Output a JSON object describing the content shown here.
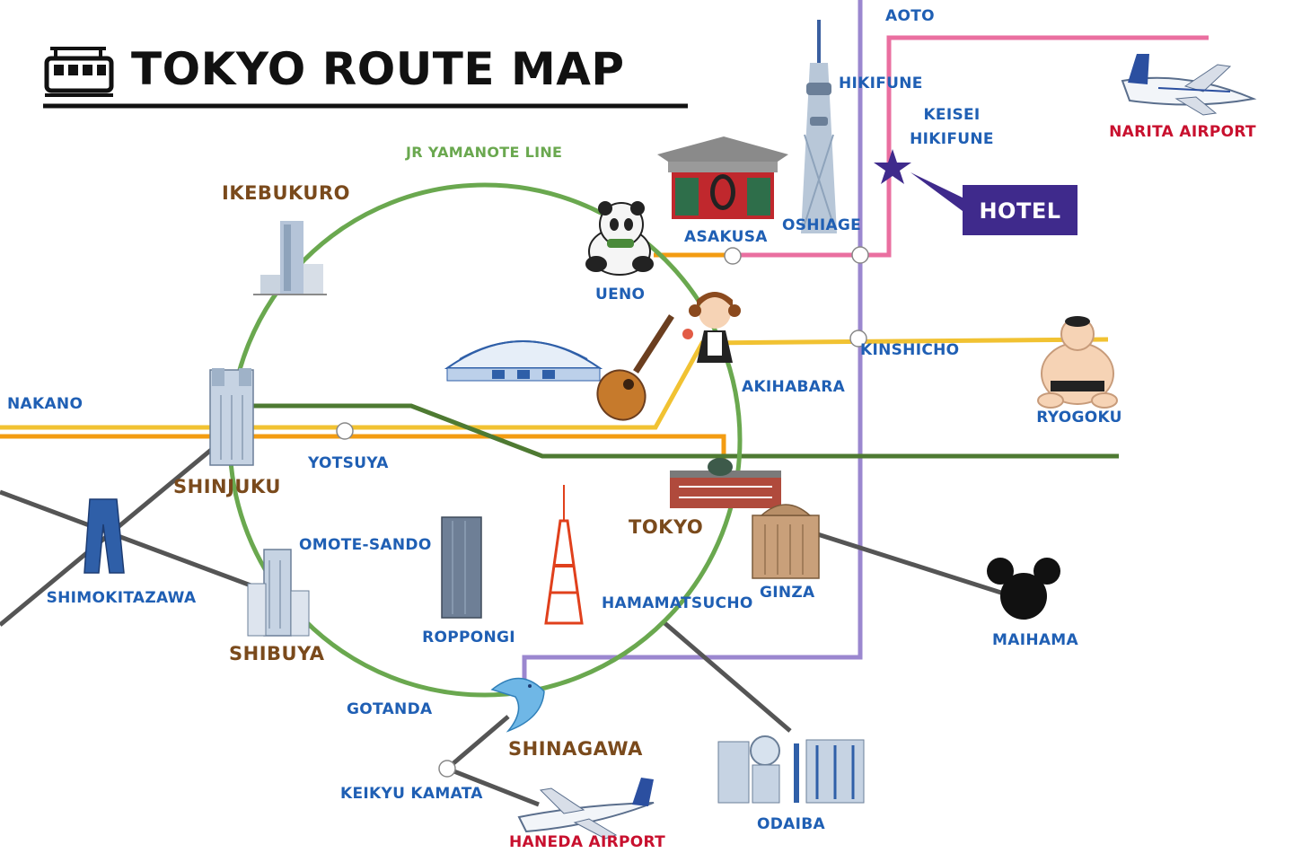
{
  "title": "TOKYO ROUTE MAP",
  "lines": {
    "yamanote": "JR YAMANOTE LINE"
  },
  "colors": {
    "yamanote": "#6aa84f",
    "chuo_orange": "#f39c12",
    "sobu_yellow": "#f1c232",
    "keisei_pink": "#ea6fa0",
    "asakusa_purple": "#9b87cf",
    "tozai_dkgreen": "#4e7a32",
    "gray": "#555555",
    "hotel_bg": "#3f2a8c",
    "label_blue": "#1f5fb4",
    "label_brown": "#7a4a1c",
    "label_red": "#c8102e"
  },
  "stations": {
    "aoto": "AOTO",
    "hikifune": "HIKIFUNE",
    "keisei_hikifune_1": "KEISEI",
    "keisei_hikifune_2": "HIKIFUNE",
    "narita": "NARITA AIRPORT",
    "ikebukuro": "IKEBUKURO",
    "asakusa": "ASAKUSA",
    "oshiage": "OSHIAGE",
    "ueno": "UENO",
    "kinshicho": "KINSHICHO",
    "akihabara": "AKIHABARA",
    "ryogoku": "RYOGOKU",
    "nakano": "NAKANO",
    "yotsuya": "YOTSUYA",
    "shinjuku": "SHINJUKU",
    "tokyo": "TOKYO",
    "omote_sando": "OMOTE-SANDO",
    "shimokitazawa": "SHIMOKITAZAWA",
    "ginza": "GINZA",
    "maihama": "MAIHAMA",
    "hamamatsucho": "HAMAMATSUCHO",
    "roppongi": "ROPPONGI",
    "shibuya": "SHIBUYA",
    "gotanda": "GOTANDA",
    "shinagawa": "SHINAGAWA",
    "keikyu_kamata": "KEIKYU KAMATA",
    "odaiba": "ODAIBA",
    "haneda": "HANEDA AIRPORT"
  },
  "hotel": "HOTEL",
  "icons": [
    "train-icon",
    "skytree-icon",
    "temple-gate-icon",
    "panda-icon",
    "building-icon",
    "dome-icon",
    "guitar-icon",
    "maid-icon",
    "sumo-icon",
    "airplane-icon",
    "tokyo-station-icon",
    "wako-building-icon",
    "mickey-icon",
    "tokyo-tower-icon",
    "jeans-icon",
    "dolphin-icon",
    "odaiba-building-icon",
    "star-icon"
  ]
}
